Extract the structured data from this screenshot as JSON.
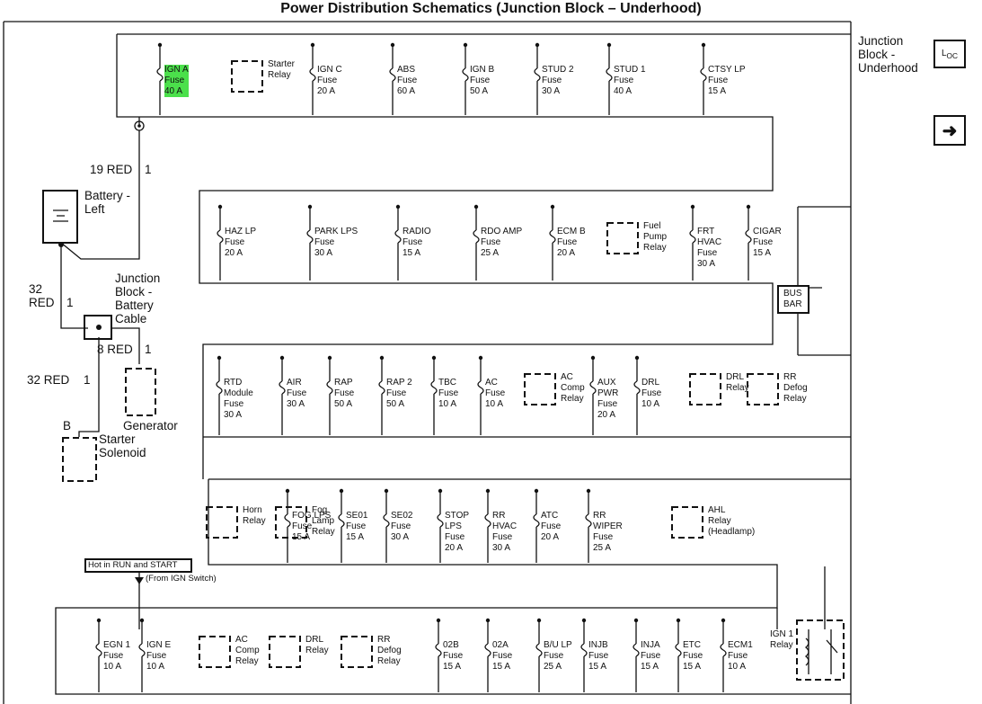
{
  "title": "Power Distribution Schematics (Junction Block – Underhood)",
  "side": {
    "junction_label": "Junction\nBlock -\nUnderhood",
    "loc_icon": "loc-icon",
    "next_icon": "right-arrow-icon"
  },
  "battery": {
    "label": "Battery -\nLeft",
    "wire_top_color": "19 RED",
    "wire_top_pin": "1"
  },
  "jb_cable": {
    "label": "Junction\nBlock -\nBattery\nCable",
    "wire_32_color": "32\nRED",
    "wire_32_pin": "1",
    "wire_8_color": "8 RED",
    "wire_8_pin": "1",
    "wire_32b_color": "32 RED",
    "wire_32b_pin": "1"
  },
  "generator": {
    "label": "Generator"
  },
  "starter": {
    "pin": "B",
    "label": "Starter\nSolenoid"
  },
  "hot_box": "Hot in RUN and START",
  "from_ign": "(From IGN Switch)",
  "bus_bar": "BUS\nBAR",
  "ign1_relay": "IGN 1\nRelay",
  "highlight_color": "#4be04b",
  "rows": [
    {
      "id": "row1",
      "items": [
        {
          "type": "fuse",
          "label": "IGN A\nFuse\n40 A",
          "highlight": true
        },
        {
          "type": "relay",
          "label": "Starter\nRelay"
        },
        {
          "type": "fuse",
          "label": "IGN C\nFuse\n20 A"
        },
        {
          "type": "fuse",
          "label": "ABS\nFuse\n60 A"
        },
        {
          "type": "fuse",
          "label": "IGN B\nFuse\n50 A"
        },
        {
          "type": "fuse",
          "label": "STUD 2\nFuse\n30 A"
        },
        {
          "type": "fuse",
          "label": "STUD 1\nFuse\n40 A"
        },
        {
          "type": "fuse",
          "label": "CTSY LP\nFuse\n15 A"
        }
      ]
    },
    {
      "id": "row2",
      "items": [
        {
          "type": "fuse",
          "label": "HAZ LP\nFuse\n20 A"
        },
        {
          "type": "fuse",
          "label": "PARK LPS\nFuse\n30 A"
        },
        {
          "type": "fuse",
          "label": "RADIO\nFuse\n15 A"
        },
        {
          "type": "fuse",
          "label": "RDO AMP\nFuse\n25 A"
        },
        {
          "type": "fuse",
          "label": "ECM B\nFuse\n20 A"
        },
        {
          "type": "relay",
          "label": "Fuel\nPump\nRelay"
        },
        {
          "type": "fuse",
          "label": "FRT\nHVAC\nFuse\n30 A"
        },
        {
          "type": "fuse",
          "label": "CIGAR\nFuse\n15 A"
        }
      ]
    },
    {
      "id": "row3",
      "items": [
        {
          "type": "fuse",
          "label": "RTD\nModule\nFuse\n30 A"
        },
        {
          "type": "fuse",
          "label": "AIR\nFuse\n30 A"
        },
        {
          "type": "fuse",
          "label": "RAP\nFuse\n50 A"
        },
        {
          "type": "fuse",
          "label": "RAP 2\nFuse\n50 A"
        },
        {
          "type": "fuse",
          "label": "TBC\nFuse\n10 A"
        },
        {
          "type": "fuse",
          "label": "AC\nFuse\n10 A"
        },
        {
          "type": "relay",
          "label": "AC\nComp\nRelay"
        },
        {
          "type": "fuse",
          "label": "AUX\nPWR\nFuse\n20 A"
        },
        {
          "type": "fuse",
          "label": "DRL\nFuse\n10 A"
        },
        {
          "type": "relay",
          "label": "DRL\nRelay"
        },
        {
          "type": "relay",
          "label": "RR\nDefog\nRelay"
        }
      ]
    },
    {
      "id": "row4",
      "items": [
        {
          "type": "relay",
          "label": "Horn\nRelay"
        },
        {
          "type": "fuse",
          "label": "FOG LPS\nFuse\n15 A"
        },
        {
          "type": "relay",
          "label": "Fog\nLamp\nRelay"
        },
        {
          "type": "fuse",
          "label": "SE01\nFuse\n15 A"
        },
        {
          "type": "fuse",
          "label": "SE02\nFuse\n30 A"
        },
        {
          "type": "fuse",
          "label": "STOP\nLPS\nFuse\n20 A"
        },
        {
          "type": "fuse",
          "label": "RR\nHVAC\nFuse\n30 A"
        },
        {
          "type": "fuse",
          "label": "ATC\nFuse\n20 A"
        },
        {
          "type": "fuse",
          "label": "RR\nWIPER\nFuse\n25 A"
        },
        {
          "type": "relay",
          "label": "AHL\nRelay\n(Headlamp)"
        }
      ]
    },
    {
      "id": "row5",
      "items": [
        {
          "type": "fuse",
          "label": "EGN 1\nFuse\n10 A"
        },
        {
          "type": "fuse",
          "label": "IGN E\nFuse\n10 A"
        },
        {
          "type": "relay",
          "label": "AC\nComp\nRelay"
        },
        {
          "type": "relay",
          "label": "DRL\nRelay"
        },
        {
          "type": "relay",
          "label": "RR\nDefog\nRelay"
        },
        {
          "type": "fuse",
          "label": "02B\nFuse\n15 A"
        },
        {
          "type": "fuse",
          "label": "02A\nFuse\n15 A"
        },
        {
          "type": "fuse",
          "label": "B/U LP\nFuse\n25 A"
        },
        {
          "type": "fuse",
          "label": "INJB\nFuse\n15 A"
        },
        {
          "type": "fuse",
          "label": "INJA\nFuse\n15 A"
        },
        {
          "type": "fuse",
          "label": "ETC\nFuse\n15 A"
        },
        {
          "type": "fuse",
          "label": "ECM1\nFuse\n10 A"
        }
      ]
    }
  ]
}
